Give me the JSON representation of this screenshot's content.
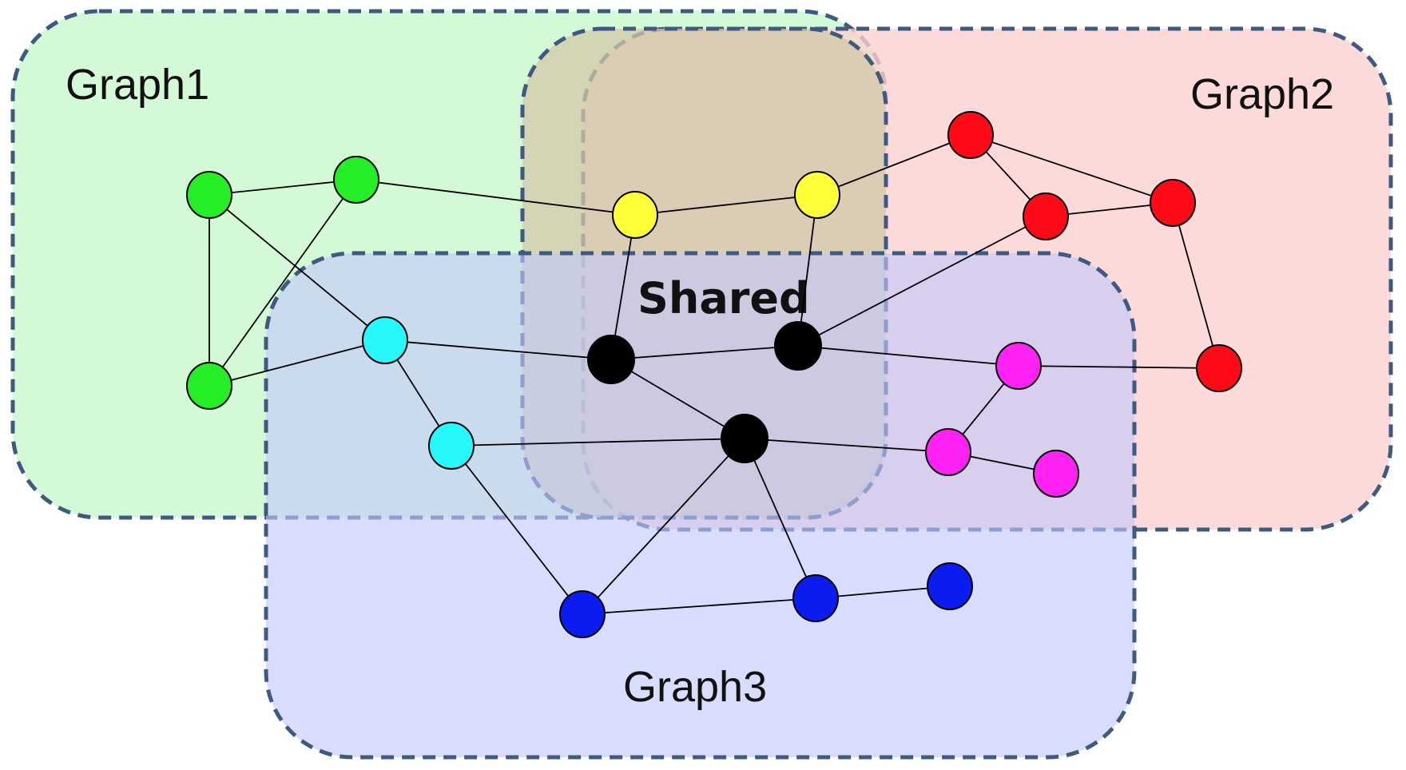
{
  "labels": {
    "graph1": "Graph1",
    "graph2": "Graph2",
    "graph3": "Graph3",
    "shared": "Shared"
  },
  "colors": {
    "graph1_fill": "#d4f9d6",
    "graph2_fill": "#fccfd0",
    "graph3_fill": "#c1c8fb",
    "region_border": "#3f5a80",
    "green_node": "#26ee26",
    "yellow_node": "#ffff3a",
    "red_node": "#ff0a17",
    "cyan_node": "#26f8fb",
    "black_node": "#000000",
    "magenta_node": "#ff22f3",
    "blue_node": "#0b1cf0"
  },
  "nodes": [
    {
      "id": "g1",
      "color": "green"
    },
    {
      "id": "g2",
      "color": "green"
    },
    {
      "id": "g3",
      "color": "green"
    },
    {
      "id": "y1",
      "color": "yellow"
    },
    {
      "id": "y2",
      "color": "yellow"
    },
    {
      "id": "r1",
      "color": "red"
    },
    {
      "id": "r2",
      "color": "red"
    },
    {
      "id": "r3",
      "color": "red"
    },
    {
      "id": "r4",
      "color": "red"
    },
    {
      "id": "c1",
      "color": "cyan"
    },
    {
      "id": "c2",
      "color": "cyan"
    },
    {
      "id": "k1",
      "color": "black"
    },
    {
      "id": "k2",
      "color": "black"
    },
    {
      "id": "k3",
      "color": "black"
    },
    {
      "id": "m1",
      "color": "magenta"
    },
    {
      "id": "m2",
      "color": "magenta"
    },
    {
      "id": "m3",
      "color": "magenta"
    },
    {
      "id": "b1",
      "color": "blue"
    },
    {
      "id": "b2",
      "color": "blue"
    },
    {
      "id": "b3",
      "color": "blue"
    }
  ],
  "edges": [
    [
      "g1",
      "g2"
    ],
    [
      "g1",
      "g3"
    ],
    [
      "g1",
      "c1"
    ],
    [
      "g2",
      "g3"
    ],
    [
      "g2",
      "y1"
    ],
    [
      "g3",
      "c1"
    ],
    [
      "y1",
      "y2"
    ],
    [
      "y1",
      "k1"
    ],
    [
      "y2",
      "r1"
    ],
    [
      "y2",
      "k2"
    ],
    [
      "r1",
      "r2"
    ],
    [
      "r1",
      "r3"
    ],
    [
      "r2",
      "r3"
    ],
    [
      "r2",
      "k2"
    ],
    [
      "r3",
      "r4"
    ],
    [
      "m1",
      "r4"
    ],
    [
      "k2",
      "m1"
    ],
    [
      "c1",
      "k1"
    ],
    [
      "k1",
      "k2"
    ],
    [
      "c1",
      "c2"
    ],
    [
      "k1",
      "k3"
    ],
    [
      "c2",
      "k3"
    ],
    [
      "c2",
      "b1"
    ],
    [
      "k3",
      "m2"
    ],
    [
      "m1",
      "m2"
    ],
    [
      "m2",
      "m3"
    ],
    [
      "k3",
      "b1"
    ],
    [
      "k3",
      "b2"
    ],
    [
      "b1",
      "b2"
    ],
    [
      "b2",
      "b3"
    ]
  ]
}
